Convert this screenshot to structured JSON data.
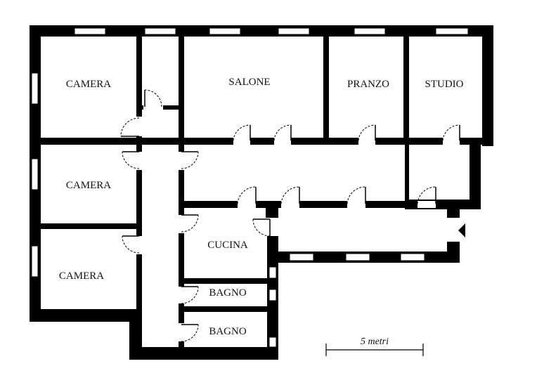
{
  "plan": {
    "rooms": [
      {
        "id": "camera1",
        "label": "CAMERA"
      },
      {
        "id": "camera2",
        "label": "CAMERA"
      },
      {
        "id": "camera3",
        "label": "CAMERA"
      },
      {
        "id": "salone",
        "label": "SALONE"
      },
      {
        "id": "pranzo",
        "label": "PRANZO"
      },
      {
        "id": "studio",
        "label": "STUDIO"
      },
      {
        "id": "cucina",
        "label": "CUCINA"
      },
      {
        "id": "bagno1",
        "label": "BAGNO"
      },
      {
        "id": "bagno2",
        "label": "BAGNO"
      }
    ],
    "scale": {
      "label": "5 metri"
    },
    "colors": {
      "wall": "#000000",
      "background": "#ffffff",
      "window": "#ffffff"
    }
  }
}
